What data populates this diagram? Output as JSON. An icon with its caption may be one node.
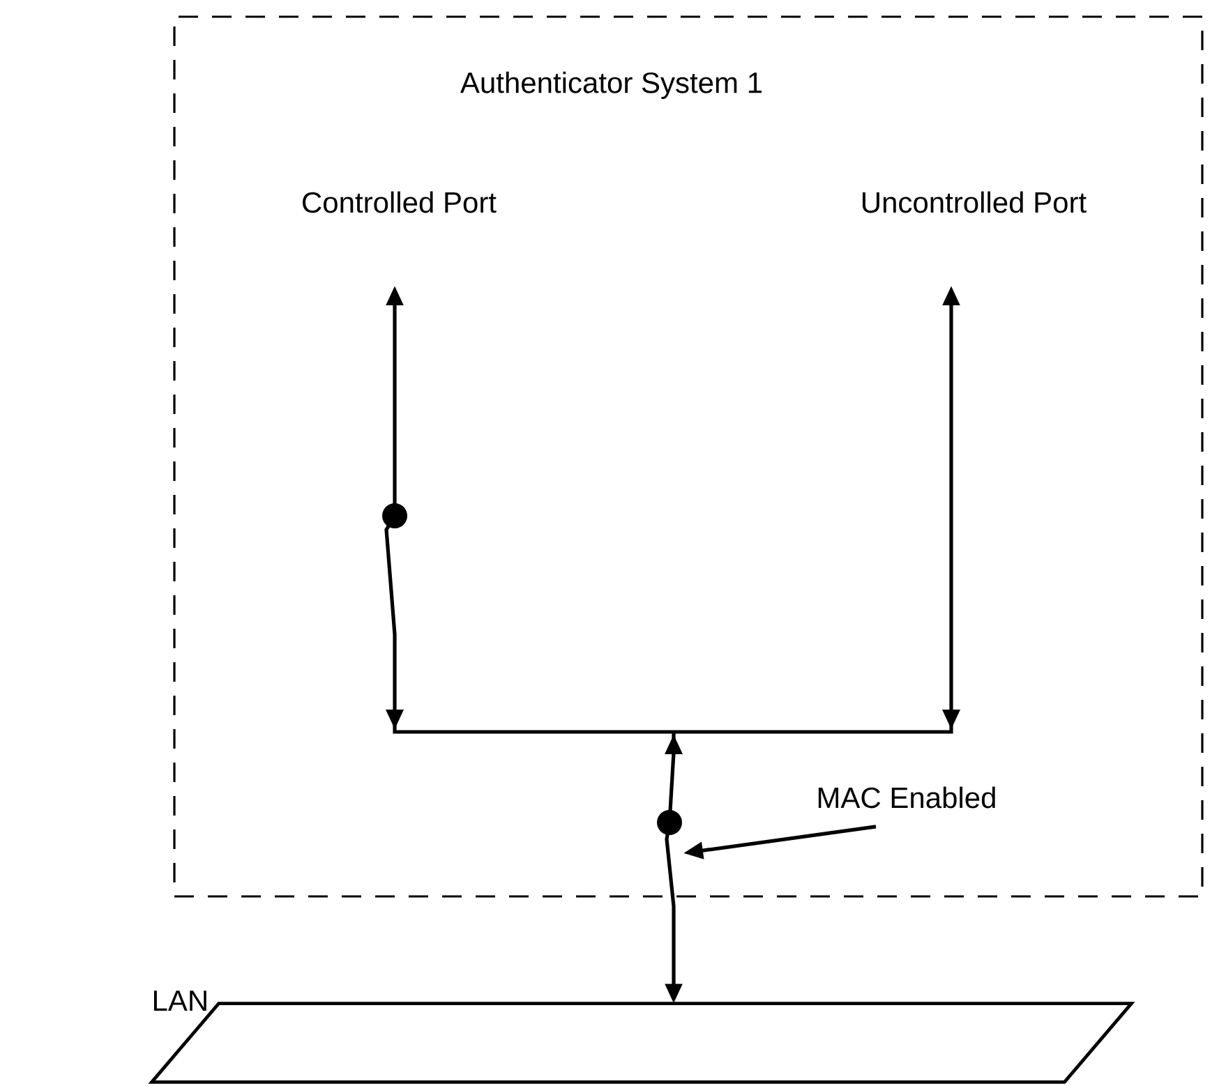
{
  "diagram": {
    "nodes": [
      {
        "text": [
          "Authenticator System 1"
        ]
      },
      {
        "text": [
          "Controlled Port"
        ],
        "in": 0
      },
      {
        "text": [
          "Uncontrolled Port"
        ],
        "in": 0
      },
      {
        "text": [],
        "shape": "parallelogram",
        "beside": [
          "LAN"
        ]
      },
      {
        "text": [
          "MAC Enabled"
        ],
        "in": 0
      }
    ],
    "edges": [
      {
        "from": 3,
        "to": 1,
        "arrow": "both"
      },
      {
        "from": 3,
        "to": 2,
        "arrow": "both"
      },
      {
        "from": 4,
        "to": null,
        "arrow": "to"
      }
    ]
  }
}
